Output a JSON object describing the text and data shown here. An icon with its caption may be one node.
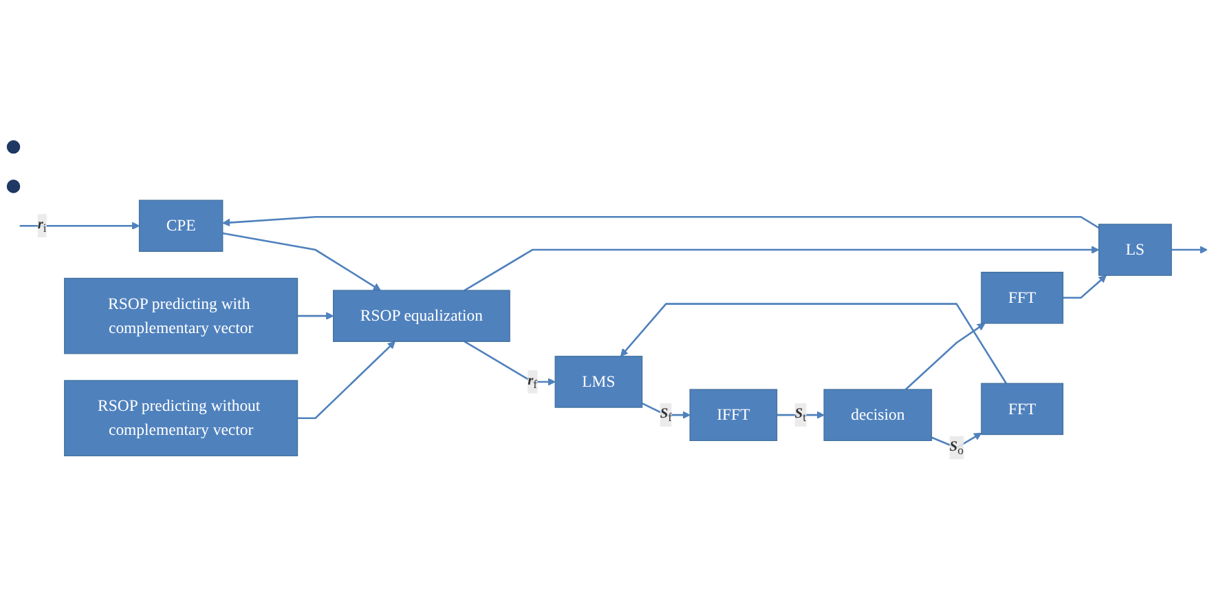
{
  "diagram": {
    "nodes": [
      {
        "text": [
          "CPE"
        ]
      },
      {
        "text": [
          "RSOP equalization"
        ]
      },
      {
        "text": [
          "LMS"
        ]
      },
      {
        "text": [
          "IFFT"
        ]
      },
      {
        "text": [
          "decision"
        ]
      },
      {
        "text": [
          "FFT"
        ]
      },
      {
        "text": [
          "FFT"
        ]
      },
      {
        "text": [
          "LS"
        ]
      },
      {
        "text": [
          "RSOP predicting with complementary vector"
        ]
      },
      {
        "text": [
          "RSOP predicting without complementary vector"
        ]
      },
      {
        "text": [],
        "shape": "circle"
      },
      {
        "text": [],
        "shape": "circle"
      }
    ],
    "edges": [
      {
        "from": null,
        "to": 0,
        "arrow": "to",
        "label": "**r**$_{i}$"
      },
      {
        "from": 0,
        "to": 1,
        "arrow": "to"
      },
      {
        "from": 1,
        "to": 2,
        "arrow": "to",
        "label": "**r**$_{f}$"
      },
      {
        "from": 2,
        "to": 3,
        "arrow": "to",
        "label": "**S**$_{f}$"
      },
      {
        "from": 3,
        "to": 4,
        "arrow": "to",
        "label": "**S**$_{t}$"
      },
      {
        "from": 4,
        "to": 5,
        "arrow": "to",
        "label": "**S**$_{o}$"
      },
      {
        "from": 4,
        "to": 6,
        "arrow": "to"
      },
      {
        "from": 5,
        "to": 2,
        "arrow": "to"
      },
      {
        "from": 6,
        "to": 7,
        "arrow": "to"
      },
      {
        "from": 1,
        "to": 7,
        "arrow": "to"
      },
      {
        "from": 7,
        "to": null,
        "arrow": "to"
      },
      {
        "from": 7,
        "to": 0,
        "arrow": "to"
      },
      {
        "from": 8,
        "to": 1,
        "arrow": "to"
      },
      {
        "from": 9,
        "to": 1,
        "arrow": "to"
      }
    ]
  }
}
